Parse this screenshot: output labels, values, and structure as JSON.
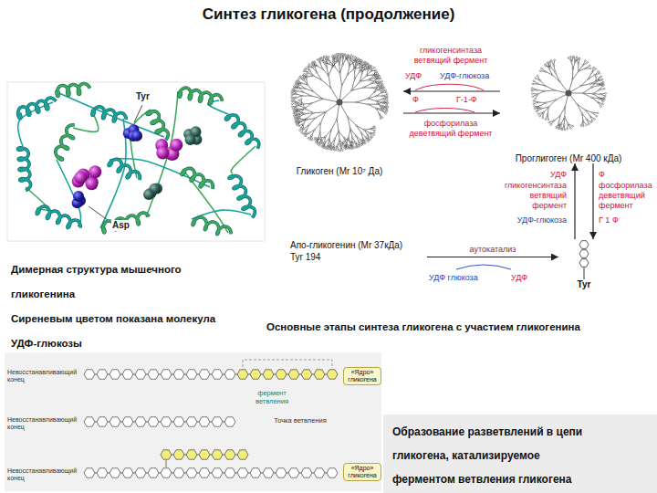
{
  "diagram": {
    "title": "Синтез гликогена (продолжение)",
    "nodes": [
      {
        "text": [
          "Гликоген (Mr 10⁷ Да)"
        ]
      },
      {
        "text": [
          "Проглигоген (Mr 400 кДа)"
        ]
      },
      {
        "text": [
          "Апо-гликогенин (Mr 37кДа)",
          "Tyr 194"
        ]
      },
      {
        "text": [
          "Tyr"
        ]
      },
      {
        "text": [
          "«Ядро» гликогена"
        ]
      },
      {
        "text": [
          "«Ядро» гликогена"
        ]
      },
      {
        "text": [
          "Образование разветвлений в цепи гликогена, катализируемое ферментом ветвления гликогена"
        ]
      }
    ],
    "edges": [
      {
        "from": 1,
        "to": 0,
        "arrow": "to",
        "label": "гликогенсинтаза ветвящий фермент"
      },
      {
        "from": 0,
        "to": 1,
        "arrow": "to",
        "label": "фосфорилаза деветвящий фермент"
      },
      {
        "from": 3,
        "to": 1,
        "arrow": "to",
        "label": "гликогенсинтаза ветвящий фермент"
      },
      {
        "from": 1,
        "to": 3,
        "arrow": "to",
        "label": "фосфорилаза деветвящий фермент"
      },
      {
        "from": 2,
        "to": 3,
        "arrow": "to",
        "label": "аутокатализ"
      }
    ],
    "labels": [
      "Tyr",
      "Asp",
      "Димерная структура мышечного гликогенина",
      "Сиреневым цветом показана молекула УДФ-глюкозы",
      "УДФ",
      "УДФ-глюкоза",
      "Ф",
      "Г-1-Ф",
      "УДФ",
      "УДФ-глюкоза",
      "Ф",
      "Г 1 Ф",
      "УДФ глюкоза",
      "УДФ",
      "Основные этапы синтеза гликогена с участием гликогенина",
      "Невосстанавливающий конец",
      "фермент ветвления",
      "Невосстанавливающий конец",
      "Точка ветвления",
      "Невосстанавливающий конец"
    ]
  }
}
